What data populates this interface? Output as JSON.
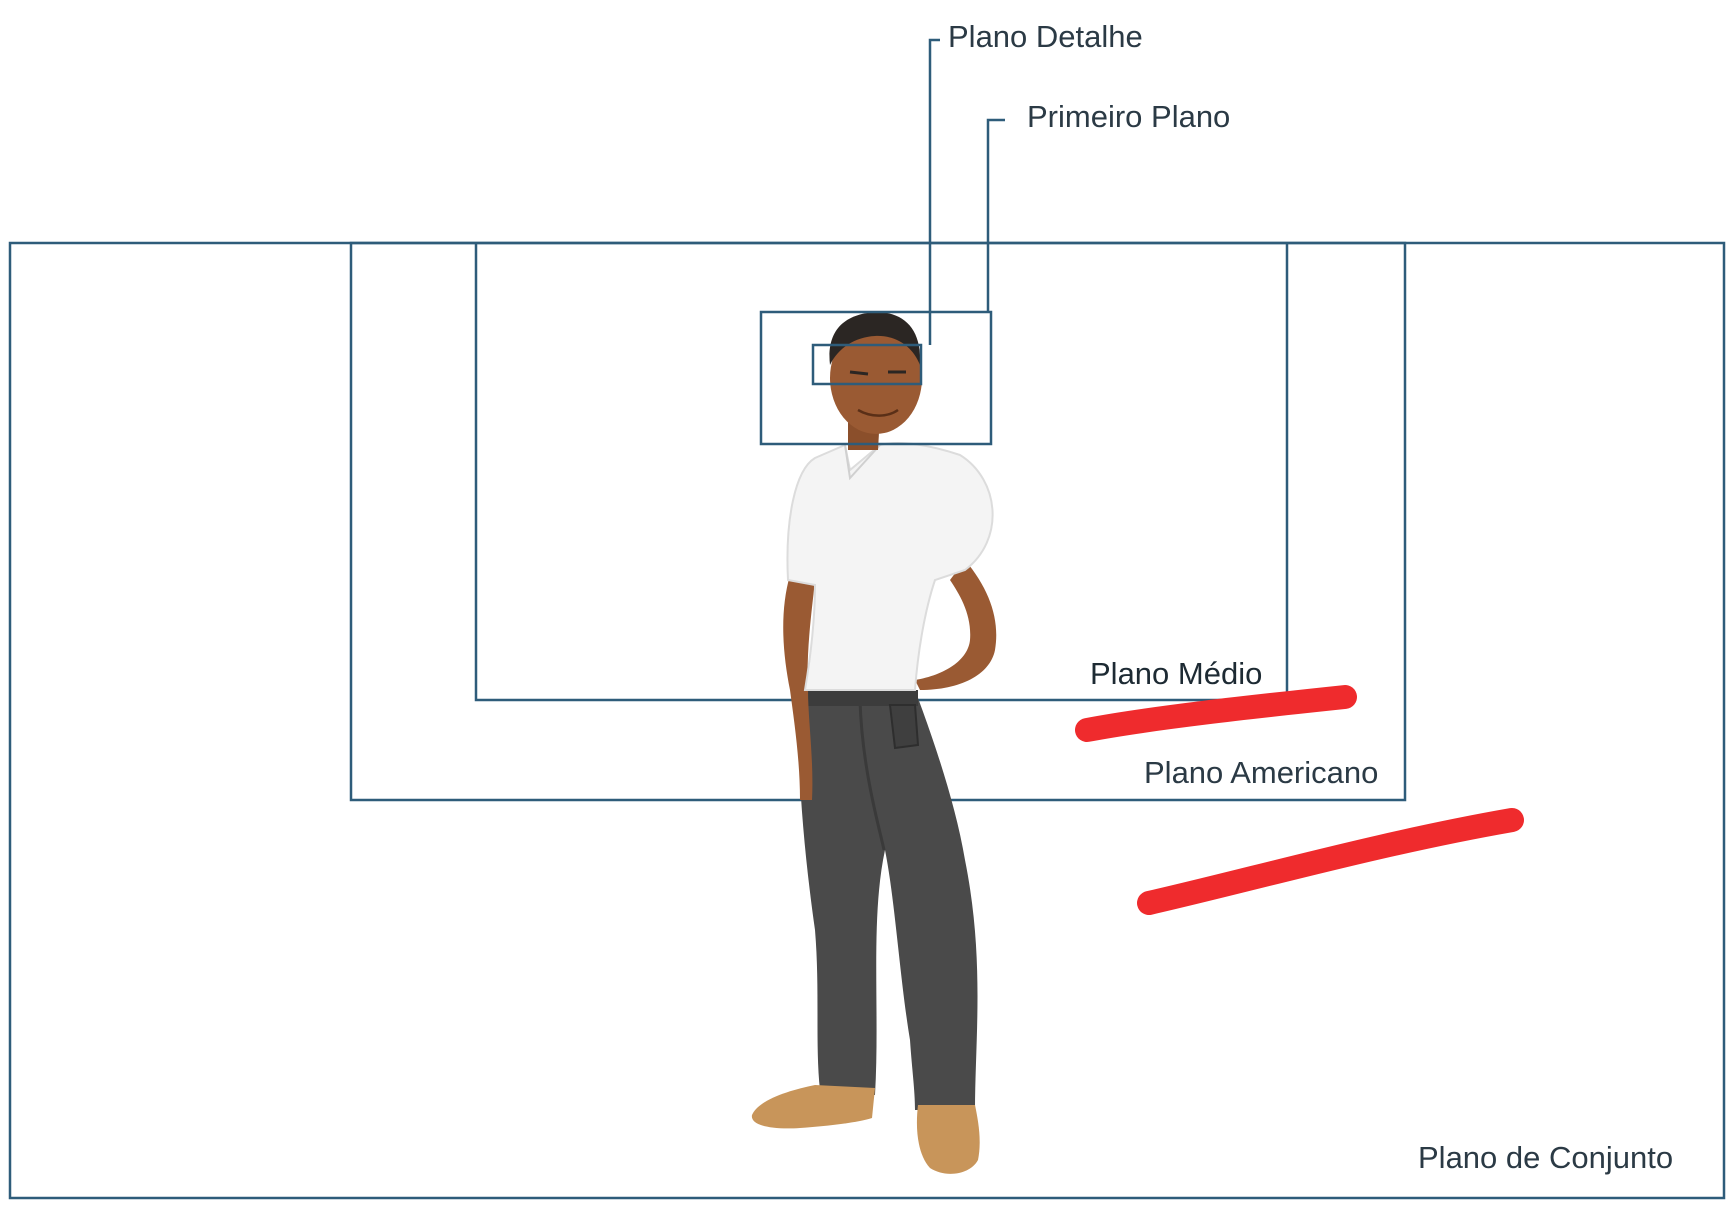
{
  "labels": {
    "plano_detalhe": "Plano Detalhe",
    "primeiro_plano": "Primeiro Plano",
    "plano_medio": "Plano Médio",
    "plano_americano": "Plano Americano",
    "plano_de_conjunto": "Plano de Conjunto"
  },
  "colors": {
    "frame_stroke": "#2e5c7a",
    "scribble": "#ef2b2d",
    "skin": "#9a5a33",
    "hair": "#2b2623",
    "shirt": "#f4f4f4",
    "pants": "#4a4a4a",
    "shoes": "#c8955a"
  },
  "figure": {
    "description_icon": "standing-man-figure"
  }
}
